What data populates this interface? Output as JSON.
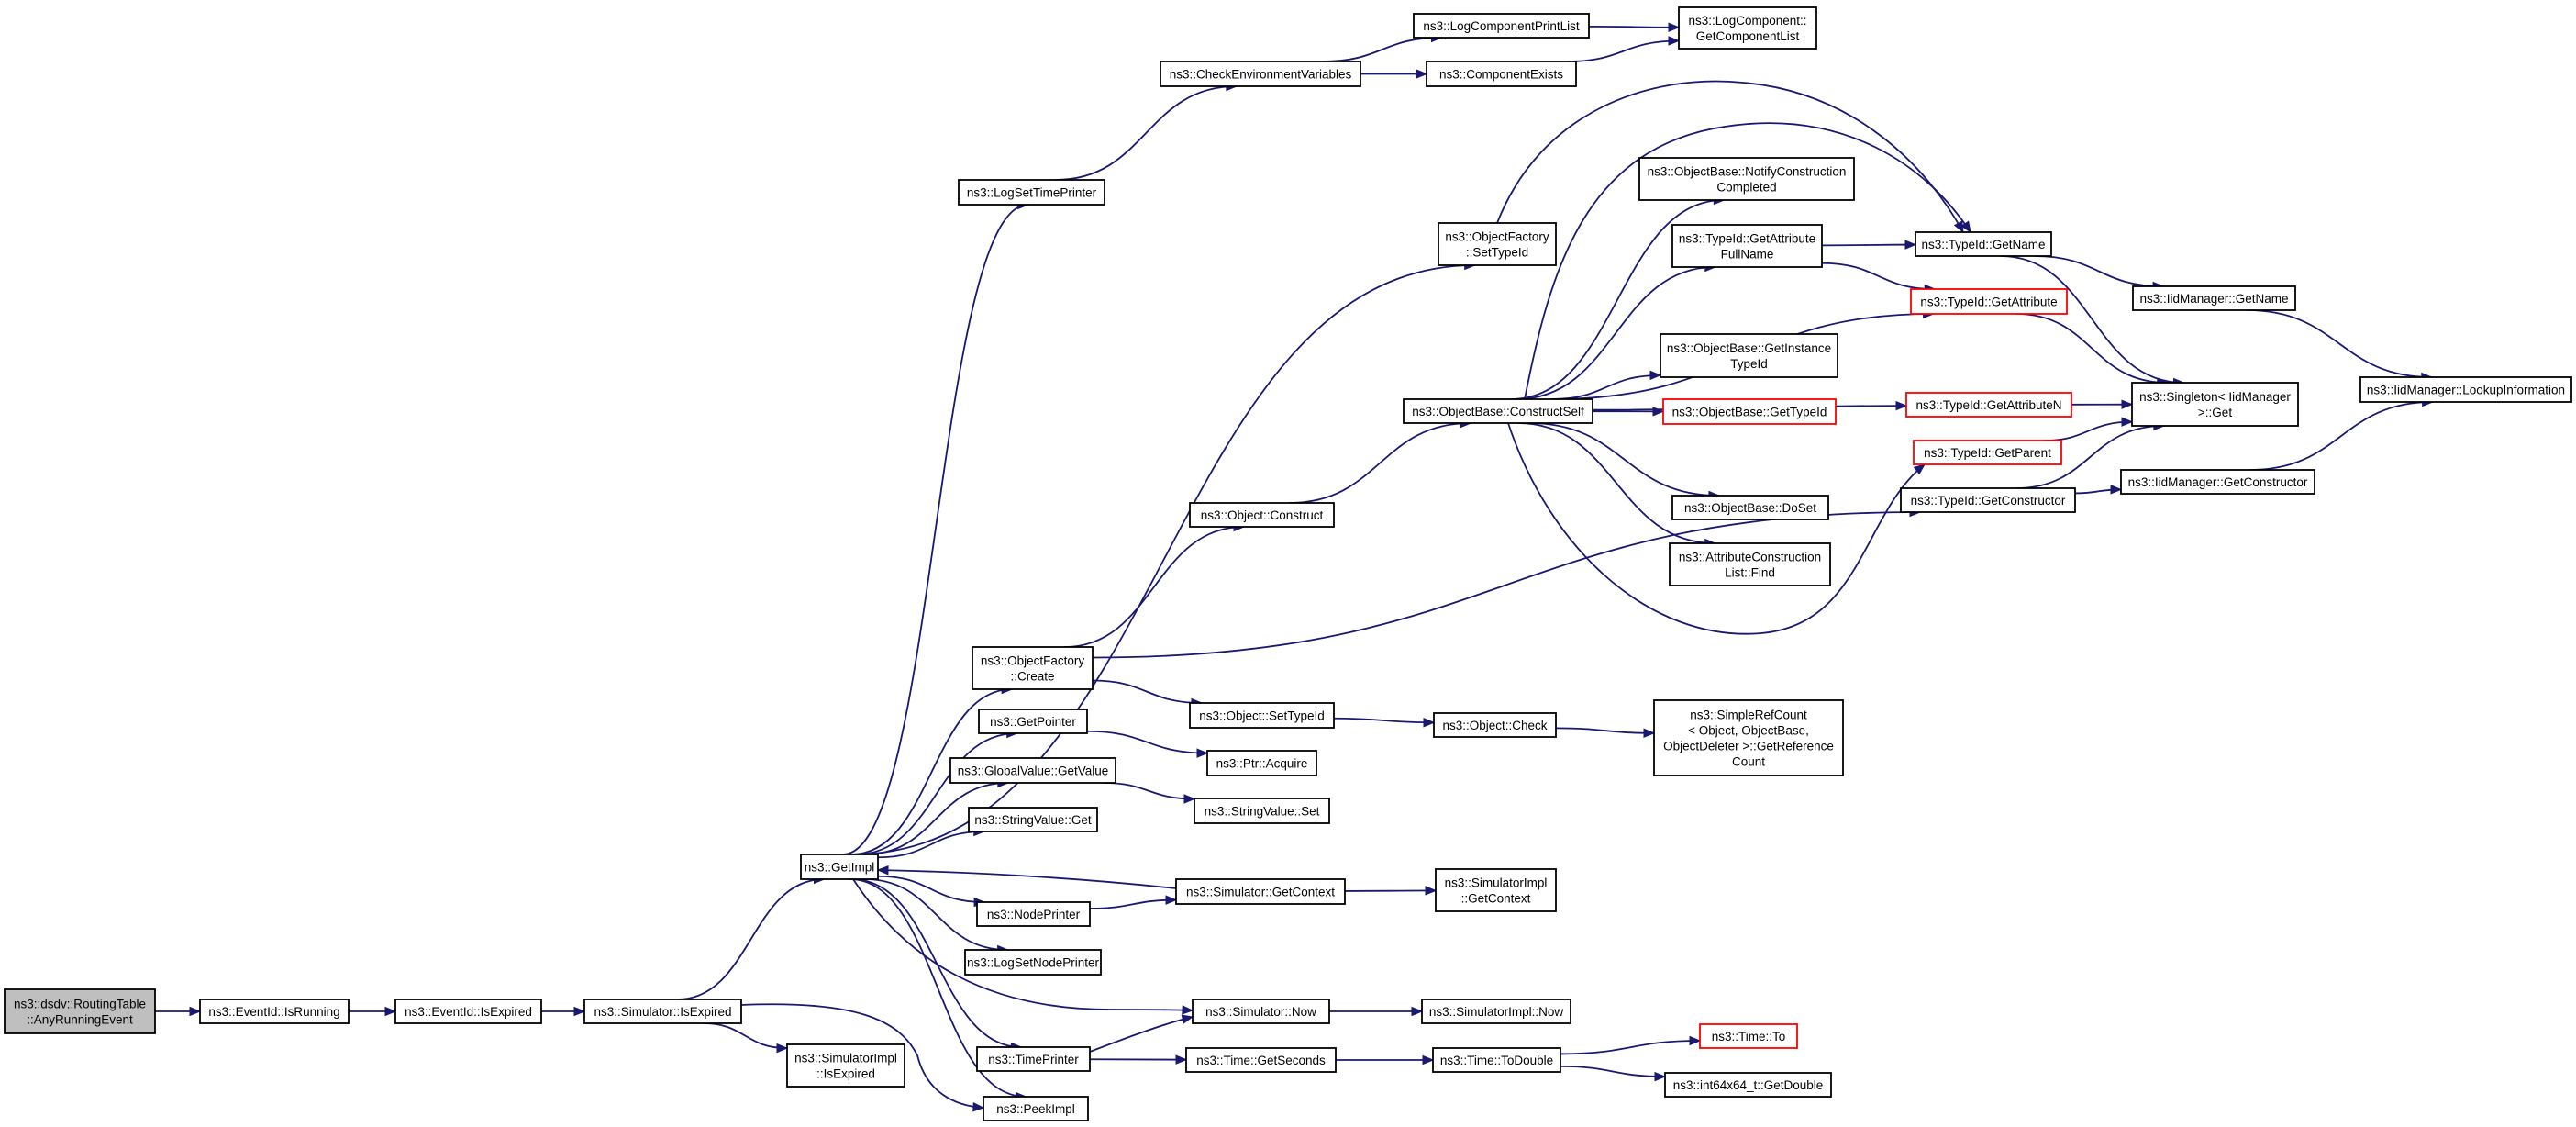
{
  "nodes": [
    {
      "id": "root",
      "lines": [
        "ns3::dsdv::RoutingTable",
        "::AnyRunningEvent"
      ],
      "style": "root"
    },
    {
      "id": "isrunning",
      "lines": [
        "ns3::EventId::IsRunning"
      ]
    },
    {
      "id": "eisexpired",
      "lines": [
        "ns3::EventId::IsExpired"
      ]
    },
    {
      "id": "simisexpired",
      "lines": [
        "ns3::Simulator::IsExpired"
      ]
    },
    {
      "id": "getimpl",
      "lines": [
        "ns3::GetImpl"
      ]
    },
    {
      "id": "simimplisexpired",
      "lines": [
        "ns3::SimulatorImpl",
        "::IsExpired"
      ]
    },
    {
      "id": "peekimpl",
      "lines": [
        "ns3::PeekImpl"
      ]
    },
    {
      "id": "logsettimeprinter",
      "lines": [
        "ns3::LogSetTimePrinter"
      ]
    },
    {
      "id": "checkenv",
      "lines": [
        "ns3::CheckEnvironmentVariables"
      ]
    },
    {
      "id": "logcompprintlist",
      "lines": [
        "ns3::LogComponentPrintList"
      ]
    },
    {
      "id": "compexists",
      "lines": [
        "ns3::ComponentExists"
      ]
    },
    {
      "id": "getcomplist",
      "lines": [
        "ns3::LogComponent::",
        "GetComponentList"
      ]
    },
    {
      "id": "ofsettypeid",
      "lines": [
        "ns3::ObjectFactory",
        "::SetTypeId"
      ]
    },
    {
      "id": "construct",
      "lines": [
        "ns3::Object::Construct"
      ]
    },
    {
      "id": "constructself",
      "lines": [
        "ns3::ObjectBase::ConstructSelf"
      ]
    },
    {
      "id": "notifyconstruct",
      "lines": [
        "ns3::ObjectBase::NotifyConstruction",
        "Completed"
      ]
    },
    {
      "id": "getattrfullname",
      "lines": [
        "ns3::TypeId::GetAttribute",
        "FullName"
      ]
    },
    {
      "id": "getinstancetypeid",
      "lines": [
        "ns3::ObjectBase::GetInstance",
        "TypeId"
      ]
    },
    {
      "id": "obgettypeid",
      "lines": [
        "ns3::ObjectBase::GetTypeId"
      ],
      "style": "red"
    },
    {
      "id": "doset",
      "lines": [
        "ns3::ObjectBase::DoSet"
      ]
    },
    {
      "id": "attrconstlistfind",
      "lines": [
        "ns3::AttributeConstruction",
        "List::Find"
      ]
    },
    {
      "id": "tgetname",
      "lines": [
        "ns3::TypeId::GetName"
      ]
    },
    {
      "id": "tgetattribute",
      "lines": [
        "ns3::TypeId::GetAttribute"
      ],
      "style": "red"
    },
    {
      "id": "tgetattributen",
      "lines": [
        "ns3::TypeId::GetAttributeN"
      ],
      "style": "red"
    },
    {
      "id": "tgetparent",
      "lines": [
        "ns3::TypeId::GetParent"
      ],
      "style": "red"
    },
    {
      "id": "tgetconstructor",
      "lines": [
        "ns3::TypeId::GetConstructor"
      ]
    },
    {
      "id": "iidgetname",
      "lines": [
        "ns3::IidManager::GetName"
      ]
    },
    {
      "id": "singletonget",
      "lines": [
        "ns3::Singleton< IidManager",
        " >::Get"
      ]
    },
    {
      "id": "iidgetconstructor",
      "lines": [
        "ns3::IidManager::GetConstructor"
      ]
    },
    {
      "id": "lookupinfo",
      "lines": [
        "ns3::IidManager::LookupInformation"
      ]
    },
    {
      "id": "ofcreate",
      "lines": [
        "ns3::ObjectFactory",
        "::Create"
      ]
    },
    {
      "id": "objsettypeid",
      "lines": [
        "ns3::Object::SetTypeId"
      ]
    },
    {
      "id": "objcheck",
      "lines": [
        "ns3::Object::Check"
      ]
    },
    {
      "id": "simplerefcount",
      "lines": [
        "ns3::SimpleRefCount",
        "< Object, ObjectBase,",
        " ObjectDeleter >::GetReference",
        "Count"
      ]
    },
    {
      "id": "getpointer",
      "lines": [
        "ns3::GetPointer"
      ]
    },
    {
      "id": "ptracquire",
      "lines": [
        "ns3::Ptr::Acquire"
      ]
    },
    {
      "id": "gvgetvalue",
      "lines": [
        "ns3::GlobalValue::GetValue"
      ]
    },
    {
      "id": "svset",
      "lines": [
        "ns3::StringValue::Set"
      ]
    },
    {
      "id": "svget",
      "lines": [
        "ns3::StringValue::Get"
      ]
    },
    {
      "id": "nodeprinter",
      "lines": [
        "ns3::NodePrinter"
      ]
    },
    {
      "id": "simgetcontext",
      "lines": [
        "ns3::Simulator::GetContext"
      ]
    },
    {
      "id": "simimplgetcontext",
      "lines": [
        "ns3::SimulatorImpl",
        "::GetContext"
      ]
    },
    {
      "id": "logsetnodeprinter",
      "lines": [
        "ns3::LogSetNodePrinter"
      ]
    },
    {
      "id": "simnow",
      "lines": [
        "ns3::Simulator::Now"
      ]
    },
    {
      "id": "simimplnow",
      "lines": [
        "ns3::SimulatorImpl::Now"
      ]
    },
    {
      "id": "timeprinter",
      "lines": [
        "ns3::TimePrinter"
      ]
    },
    {
      "id": "timegetseconds",
      "lines": [
        "ns3::Time::GetSeconds"
      ]
    },
    {
      "id": "timetodouble",
      "lines": [
        "ns3::Time::ToDouble"
      ]
    },
    {
      "id": "timeto",
      "lines": [
        "ns3::Time::To"
      ],
      "style": "red"
    },
    {
      "id": "int64getdouble",
      "lines": [
        "ns3::int64x64_t::GetDouble"
      ]
    }
  ],
  "edges": [
    [
      "root",
      "isrunning"
    ],
    [
      "isrunning",
      "eisexpired"
    ],
    [
      "eisexpired",
      "simisexpired"
    ],
    [
      "simisexpired",
      "getimpl"
    ],
    [
      "simisexpired",
      "simimplisexpired"
    ],
    [
      "simisexpired",
      "peekimpl"
    ],
    [
      "getimpl",
      "logsettimeprinter"
    ],
    [
      "getimpl",
      "ofsettypeid"
    ],
    [
      "getimpl",
      "ofcreate"
    ],
    [
      "getimpl",
      "getpointer"
    ],
    [
      "getimpl",
      "gvgetvalue"
    ],
    [
      "getimpl",
      "svget"
    ],
    [
      "getimpl",
      "nodeprinter"
    ],
    [
      "getimpl",
      "logsetnodeprinter"
    ],
    [
      "getimpl",
      "simnow"
    ],
    [
      "getimpl",
      "timeprinter"
    ],
    [
      "getimpl",
      "peekimpl"
    ],
    [
      "logsettimeprinter",
      "checkenv"
    ],
    [
      "checkenv",
      "logcompprintlist"
    ],
    [
      "checkenv",
      "compexists"
    ],
    [
      "logcompprintlist",
      "getcomplist"
    ],
    [
      "compexists",
      "getcomplist"
    ],
    [
      "ofsettypeid",
      "tgetname"
    ],
    [
      "ofcreate",
      "construct"
    ],
    [
      "ofcreate",
      "objsettypeid"
    ],
    [
      "ofcreate",
      "tgetconstructor"
    ],
    [
      "construct",
      "constructself"
    ],
    [
      "constructself",
      "notifyconstruct"
    ],
    [
      "constructself",
      "getattrfullname"
    ],
    [
      "constructself",
      "tgetattribute"
    ],
    [
      "constructself",
      "getinstancetypeid"
    ],
    [
      "constructself",
      "obgettypeid"
    ],
    [
      "constructself",
      "tgetattributen"
    ],
    [
      "constructself",
      "doset"
    ],
    [
      "constructself",
      "attrconstlistfind"
    ],
    [
      "constructself",
      "tgetparent"
    ],
    [
      "constructself",
      "tgetname"
    ],
    [
      "getattrfullname",
      "tgetname"
    ],
    [
      "getattrfullname",
      "tgetattribute"
    ],
    [
      "tgetname",
      "iidgetname"
    ],
    [
      "tgetname",
      "singletonget"
    ],
    [
      "tgetattribute",
      "singletonget"
    ],
    [
      "tgetattributen",
      "singletonget"
    ],
    [
      "tgetparent",
      "singletonget"
    ],
    [
      "tgetconstructor",
      "singletonget"
    ],
    [
      "tgetconstructor",
      "iidgetconstructor"
    ],
    [
      "iidgetname",
      "lookupinfo"
    ],
    [
      "iidgetconstructor",
      "lookupinfo"
    ],
    [
      "objsettypeid",
      "objcheck"
    ],
    [
      "objcheck",
      "simplerefcount"
    ],
    [
      "getpointer",
      "ptracquire"
    ],
    [
      "gvgetvalue",
      "svset"
    ],
    [
      "nodeprinter",
      "simgetcontext"
    ],
    [
      "simgetcontext",
      "getimpl"
    ],
    [
      "simgetcontext",
      "simimplgetcontext"
    ],
    [
      "simnow",
      "simimplnow"
    ],
    [
      "timeprinter",
      "simnow"
    ],
    [
      "timeprinter",
      "timegetseconds"
    ],
    [
      "timegetseconds",
      "timetodouble"
    ],
    [
      "timetodouble",
      "timeto"
    ],
    [
      "timetodouble",
      "int64getdouble"
    ]
  ]
}
